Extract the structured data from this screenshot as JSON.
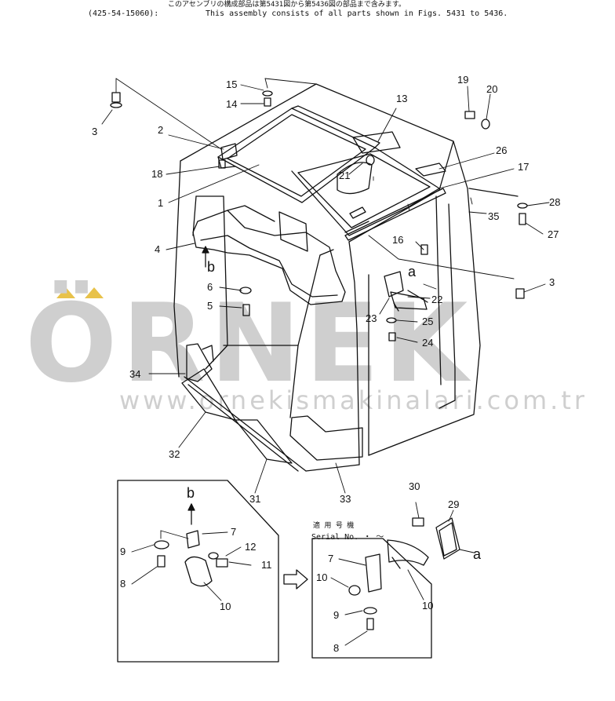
{
  "header": {
    "japanese_note": "このアセンブリの構成部品は第5431図から第5436図の部品まで含みます。",
    "part_code": "(425-54-15060):",
    "english_note": "This assembly consists of all parts shown in Figs. 5431 to 5436."
  },
  "watermark": {
    "logo": "ÖRNEK",
    "url": "www.ornekismakinalari.com.tr",
    "dot_color": "#e8c24a",
    "text_color": "#cfcfcf"
  },
  "callouts": {
    "c1": "1",
    "c2": "2",
    "c3a": "3",
    "c3b": "3",
    "c4": "4",
    "c5": "5",
    "c6": "6",
    "c13": "13",
    "c14": "14",
    "c15": "15",
    "c16": "16",
    "c17": "17",
    "c18": "18",
    "c19": "19",
    "c20": "20",
    "c21": "21",
    "c22": "22",
    "c23": "23",
    "c24": "24",
    "c25": "25",
    "c26": "26",
    "c27": "27",
    "c28": "28",
    "c29": "29",
    "c30": "30",
    "c31": "31",
    "c32": "32",
    "c33": "33",
    "c34": "34",
    "c35": "35",
    "ca_top": "a",
    "ca_detail": "a",
    "cb_top": "b"
  },
  "detail_b": {
    "view_label": "b",
    "c7": "7",
    "c8": "8",
    "c9": "9",
    "c10": "10",
    "c11": "11",
    "c12": "12"
  },
  "detail_serial": {
    "serial_jp": "適 用 号 機",
    "serial_en": "Serial No.   ・  ～",
    "c7": "7",
    "c8": "8",
    "c9": "9",
    "c10a": "10",
    "c10b": "10"
  }
}
